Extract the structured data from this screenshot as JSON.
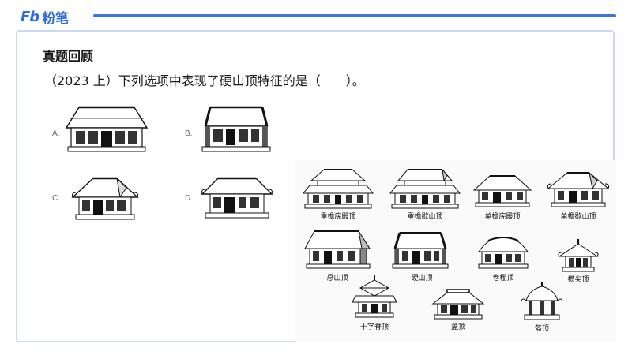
{
  "brand": {
    "mark": "Fb",
    "name": "粉笔",
    "accent": "#2f6bde"
  },
  "section_title": "真题回顾",
  "question": "（2023 上）下列选项中表现了硬山顶特征的是（　　）。",
  "options": [
    {
      "label": "A."
    },
    {
      "label": "B."
    },
    {
      "label": "C."
    },
    {
      "label": "D."
    }
  ],
  "reference": {
    "items": [
      {
        "caption": "重檐庑殿顶",
        "icon": "double-eave-hip-roof-building-icon"
      },
      {
        "caption": "重檐歇山顶",
        "icon": "double-eave-gable-hip-roof-building-icon"
      },
      {
        "caption": "单檐庑殿顶",
        "icon": "single-eave-hip-roof-building-icon"
      },
      {
        "caption": "单檐歇山顶",
        "icon": "single-eave-gable-hip-roof-building-icon"
      },
      {
        "caption": "悬山顶",
        "icon": "overhanging-gable-roof-building-icon"
      },
      {
        "caption": "硬山顶",
        "icon": "flush-gable-roof-building-icon"
      },
      {
        "caption": "卷棚顶",
        "icon": "round-ridge-roof-building-icon"
      },
      {
        "caption": "攒尖顶",
        "icon": "pyramidal-roof-pavilion-icon"
      },
      {
        "caption": "十字脊顶",
        "icon": "cross-ridge-roof-building-icon"
      },
      {
        "caption": "盝顶",
        "icon": "flat-top-roof-building-icon"
      },
      {
        "caption": "盔顶",
        "icon": "helmet-roof-pavilion-icon"
      }
    ]
  }
}
